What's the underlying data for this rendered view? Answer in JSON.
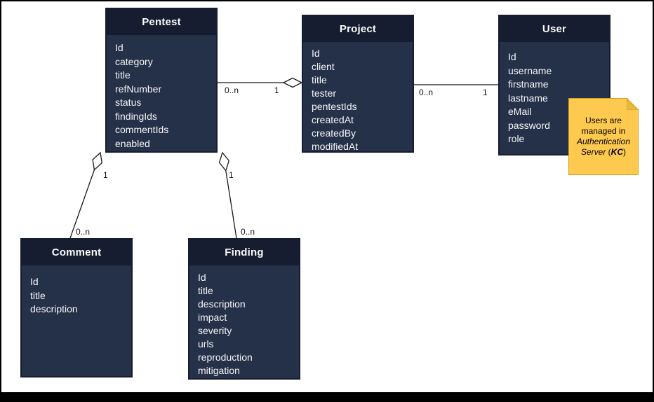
{
  "diagram": {
    "entities": [
      {
        "name": "Pentest",
        "fields": [
          "Id",
          "category",
          "title",
          "refNumber",
          "status",
          "findingIds",
          "commentIds",
          "enabled"
        ]
      },
      {
        "name": "Project",
        "fields": [
          "Id",
          "client",
          "title",
          "tester",
          "pentestIds",
          "createdAt",
          "createdBy",
          "modifiedAt"
        ]
      },
      {
        "name": "User",
        "fields": [
          "Id",
          "username",
          "firstname",
          "lastname",
          "eMail",
          "password",
          "role"
        ]
      },
      {
        "name": "Comment",
        "fields": [
          "Id",
          "title",
          "description"
        ]
      },
      {
        "name": "Finding",
        "fields": [
          "Id",
          "title",
          "description",
          "impact",
          "severity",
          "urls",
          "reproduction",
          "mitigation"
        ]
      }
    ],
    "connections": [
      {
        "from": "Pentest",
        "to": "Project",
        "from_label": "0..n",
        "to_label": "1",
        "diamond_at": "Project"
      },
      {
        "from": "Project",
        "to": "User",
        "from_label": "0..n",
        "to_label": "1",
        "diamond_at": "none"
      },
      {
        "from": "Pentest",
        "to": "Comment",
        "from_label": "1",
        "to_label": "0..n",
        "diamond_at": "Pentest"
      },
      {
        "from": "Pentest",
        "to": "Finding",
        "from_label": "1",
        "to_label": "0..n",
        "diamond_at": "Pentest"
      }
    ],
    "note": {
      "text1": "Users are managed in ",
      "text2": "Authentication Server",
      "text3": " (",
      "text4": "KC",
      "text5": ")"
    },
    "colors": {
      "entity_header": "#161d30",
      "entity_body": "#253049",
      "entity_text": "#f5f5f5",
      "note_fill": "#fec94f",
      "note_border": "#d6a020",
      "connector": "#1a1a1a"
    }
  }
}
